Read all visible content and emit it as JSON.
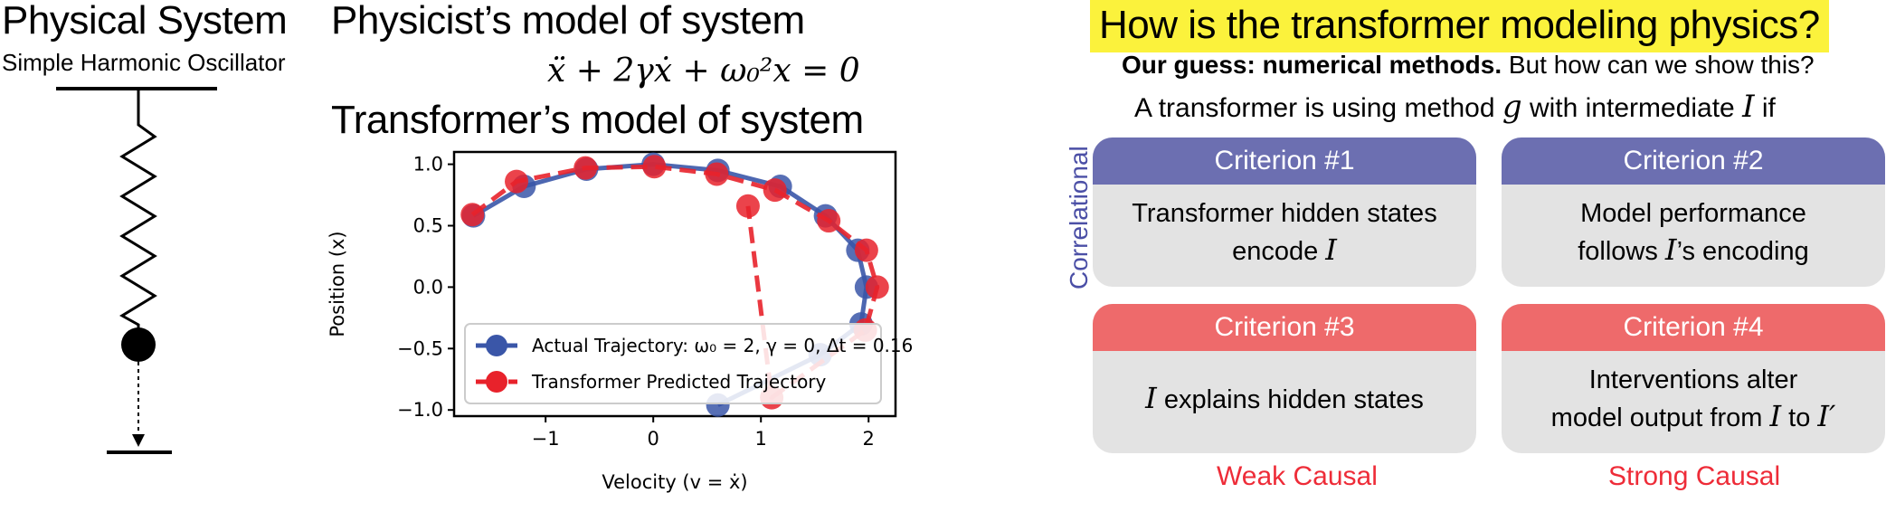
{
  "physical_system": {
    "title": "Physical System",
    "subtitle": "Simple Harmonic Oscillator"
  },
  "physicist": {
    "title": "Physicist’s model of system",
    "equation": "ẍ + 2γẋ + ω₀²x = 0"
  },
  "transformer_model": {
    "title": "Transformer’s model of system"
  },
  "chart_data": {
    "type": "line",
    "xlabel": "Velocity (v = ẋ)",
    "ylabel": "Position (x)",
    "xlim": [
      -1.85,
      2.25
    ],
    "ylim": [
      -1.05,
      1.1
    ],
    "xticks": [
      -1,
      0,
      1,
      2
    ],
    "xtick_labels": [
      "−1",
      "0",
      "1",
      "2"
    ],
    "yticks": [
      -1.0,
      -0.5,
      0.0,
      0.5,
      1.0
    ],
    "ytick_labels": [
      "−1.0",
      "−0.5",
      "0.0",
      "0.5",
      "1.0"
    ],
    "legend_position": "lower-right",
    "series": [
      {
        "name": "Actual Trajectory: ω₀ = 2, γ = 0, Δt = 0.16",
        "color": "#3a56a8",
        "style": "solid",
        "points": [
          [
            0.6,
            -0.96
          ],
          [
            1.55,
            -0.55
          ],
          [
            1.93,
            -0.3
          ],
          [
            1.98,
            0.0
          ],
          [
            1.9,
            0.3
          ],
          [
            1.6,
            0.58
          ],
          [
            1.18,
            0.82
          ],
          [
            0.6,
            0.95
          ],
          [
            0.0,
            1.0
          ],
          [
            -0.62,
            0.96
          ],
          [
            -1.2,
            0.82
          ],
          [
            -1.67,
            0.58
          ]
        ]
      },
      {
        "name": "Transformer Predicted Trajectory",
        "color": "#e8222b",
        "style": "dashed",
        "points": [
          [
            -1.68,
            0.59
          ],
          [
            -1.27,
            0.86
          ],
          [
            -0.63,
            0.97
          ],
          [
            0.01,
            0.98
          ],
          [
            0.59,
            0.92
          ],
          [
            1.13,
            0.79
          ],
          [
            1.63,
            0.54
          ],
          [
            1.98,
            0.3
          ],
          [
            2.08,
            0.0
          ],
          [
            1.97,
            -0.35
          ],
          [
            1.1,
            -0.9
          ],
          [
            0.88,
            0.66
          ]
        ]
      }
    ]
  },
  "right": {
    "title": "How is the transformer modeling physics?",
    "guess_bold": "Our guess: numerical methods.",
    "guess_rest": " But how can we show this?",
    "method_pre": "A transformer is using method ",
    "method_var": "g",
    "method_mid": " with intermediate ",
    "method_var2": "I",
    "method_post": " if",
    "correlational_label": "Correlational",
    "criteria": [
      {
        "label": "Criterion #1",
        "line1": "Transformer hidden states",
        "line2_pre": "encode ",
        "line2_var": "I",
        "line2_post": ""
      },
      {
        "label": "Criterion #2",
        "line1": "Model performance",
        "line2_pre": "follows ",
        "line2_var": "I",
        "line2_post": "’s encoding"
      },
      {
        "label": "Criterion #3",
        "line1_var": "I",
        "line1_post": " explains hidden states"
      },
      {
        "label": "Criterion #4",
        "line1": "Interventions alter",
        "line2_pre": "model output from ",
        "line2_var": "I",
        "line2_mid": " to ",
        "line2_var2": "I′"
      }
    ],
    "weak_causal": "Weak Causal",
    "strong_causal": "Strong Causal"
  },
  "colors": {
    "highlight": "#fbf23c",
    "correlational": "#6c6fb1",
    "causal": "#ee6a6b",
    "causal_text": "#ee2c38",
    "card_bg": "#e3e3e3"
  }
}
